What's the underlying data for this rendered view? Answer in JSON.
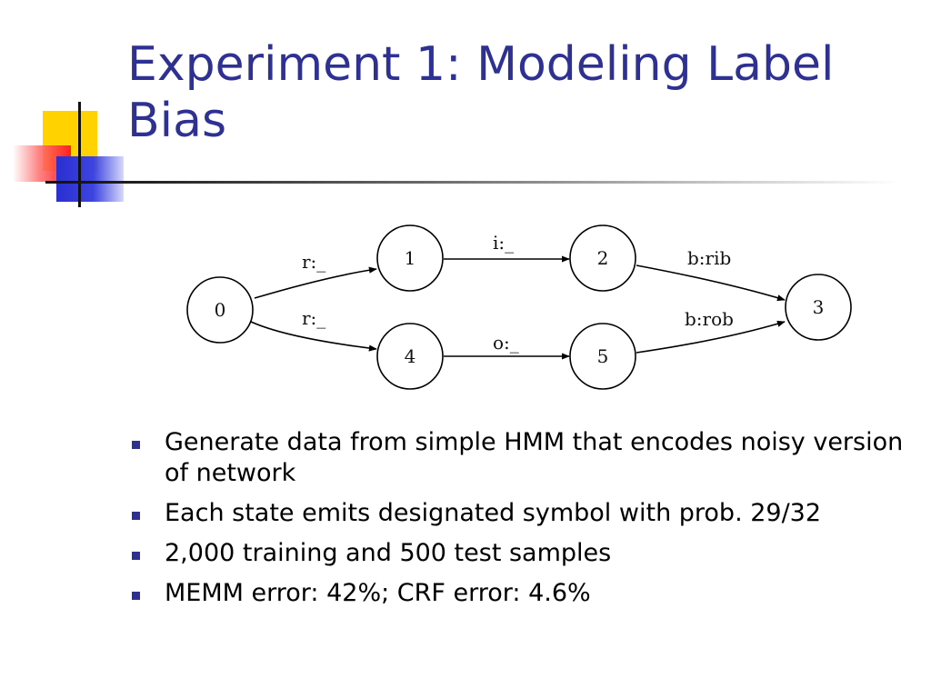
{
  "slide": {
    "title": "Experiment 1: Modeling Label Bias",
    "accent_color": "#2e3192"
  },
  "diagram": {
    "nodes": [
      {
        "id": "0",
        "label": "0"
      },
      {
        "id": "1",
        "label": "1"
      },
      {
        "id": "2",
        "label": "2"
      },
      {
        "id": "3",
        "label": "3"
      },
      {
        "id": "4",
        "label": "4"
      },
      {
        "id": "5",
        "label": "5"
      }
    ],
    "edges": [
      {
        "from": "0",
        "to": "1",
        "label": "r:_"
      },
      {
        "from": "1",
        "to": "2",
        "label": "i:_"
      },
      {
        "from": "2",
        "to": "3",
        "label": "b:rib"
      },
      {
        "from": "0",
        "to": "4",
        "label": "r:_"
      },
      {
        "from": "4",
        "to": "5",
        "label": "o:_"
      },
      {
        "from": "5",
        "to": "3",
        "label": "b:rob"
      }
    ]
  },
  "bullets": [
    "Generate data from simple HMM that encodes noisy version of network",
    "Each state emits designated symbol with prob. 29/32",
    "2,000 training and 500 test samples",
    "MEMM error: 42%; CRF error: 4.6%"
  ]
}
